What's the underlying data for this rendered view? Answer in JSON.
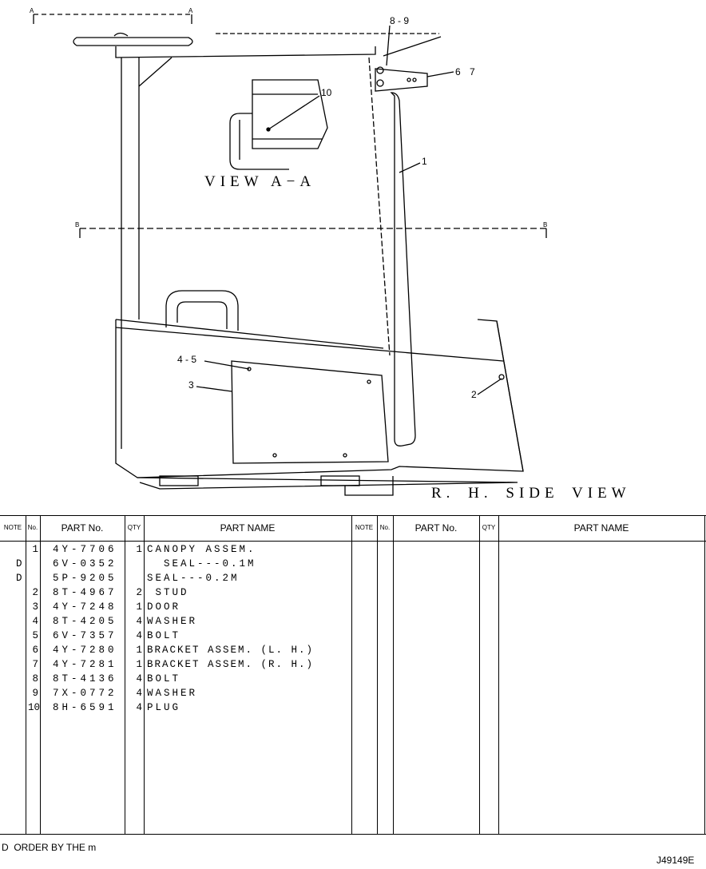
{
  "drawing": {
    "section_marks": [
      "A",
      "A",
      "B",
      "B"
    ],
    "view_a_label": "VIEW A−A",
    "side_view_label": "R. H.   SIDE VIEW",
    "callouts": [
      "8 - 9",
      "6  7",
      "10",
      "1",
      "4 - 5",
      "3",
      "2"
    ]
  },
  "table": {
    "headers": {
      "note": "NOTE",
      "no": "No.",
      "part_no": "PART No.",
      "qty": "QTY",
      "part_name": "PART NAME"
    },
    "rows": [
      {
        "note": "",
        "no": "1",
        "part_no": "4Y-7706",
        "qty": "1",
        "name": "CANOPY ASSEM."
      },
      {
        "note": "D",
        "no": "",
        "part_no": "6V-0352",
        "qty": "",
        "name": "  SEAL---0.1M"
      },
      {
        "note": "D",
        "no": "",
        "part_no": "5P-9205",
        "qty": "",
        "name": "SEAL---0.2M"
      },
      {
        "note": "",
        "no": "2",
        "part_no": "8T-4967",
        "qty": "2",
        "name": " STUD"
      },
      {
        "note": "",
        "no": "3",
        "part_no": "4Y-7248",
        "qty": "1",
        "name": "DOOR"
      },
      {
        "note": "",
        "no": "4",
        "part_no": "8T-4205",
        "qty": "4",
        "name": "WASHER"
      },
      {
        "note": "",
        "no": "5",
        "part_no": "6V-7357",
        "qty": "4",
        "name": "BOLT"
      },
      {
        "note": "",
        "no": "6",
        "part_no": "4Y-7280",
        "qty": "1",
        "name": "BRACKET ASSEM. (L. H.)"
      },
      {
        "note": "",
        "no": "7",
        "part_no": "4Y-7281",
        "qty": "1",
        "name": "BRACKET ASSEM. (R. H.)"
      },
      {
        "note": "",
        "no": "8",
        "part_no": "8T-4136",
        "qty": "4",
        "name": "BOLT"
      },
      {
        "note": "",
        "no": "9",
        "part_no": "7X-0772",
        "qty": "4",
        "name": "WASHER"
      },
      {
        "note": "",
        "no": "10",
        "part_no": "8H-6591",
        "qty": "4",
        "name": "PLUG"
      }
    ]
  },
  "footer": {
    "note": "D  ORDER BY THE m",
    "drawing_id": "J49149E"
  }
}
